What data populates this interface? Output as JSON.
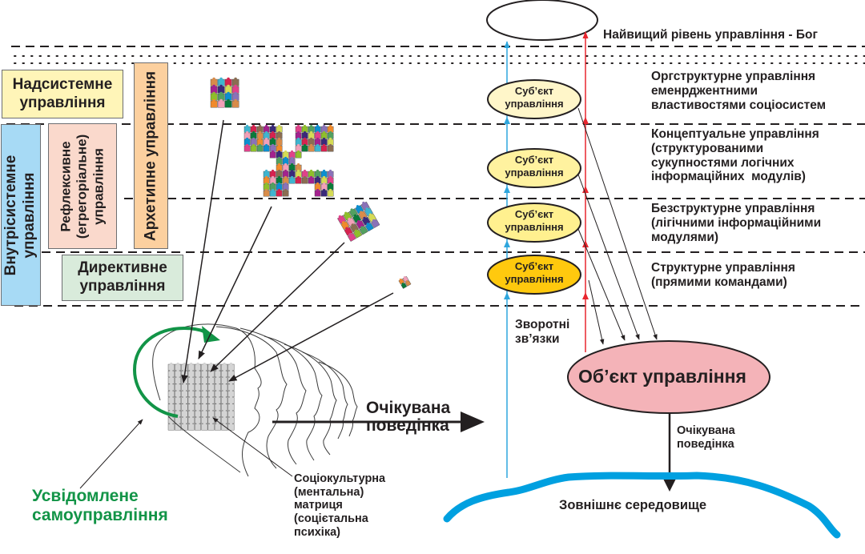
{
  "colors": {
    "supersystem_box": "#fff5b8",
    "intrasystem_box": "#a7daf5",
    "reflexive_box": "#fad9cc",
    "archetype_box": "#fcd09f",
    "directive_box": "#d9ebdb",
    "subject_light": "#fff6c9",
    "subject_mid": "#fff08f",
    "subject_strong": "#ffc90e",
    "object_fill": "#f4b3b8",
    "feedback_blue": "#2ea6dd",
    "feedback_red": "#e8262e",
    "environment_blue": "#00a0e0",
    "self_control_green": "#129447"
  },
  "left_panel": {
    "supersystem": {
      "line1": "Надсистемне",
      "line2": "управління"
    },
    "intrasystem": {
      "line1": "Внутрісистемне",
      "line2": "управління"
    },
    "reflexive": {
      "line1": "Рефлексивне",
      "line2": "(егрегоріальне)",
      "line3": "управління"
    },
    "archetype": {
      "label": "Архетипне управління"
    },
    "directive": {
      "line1": "Директивне",
      "line2": "управління"
    }
  },
  "levels": [
    {
      "id": "god",
      "text": "Найвищий рівень управління - Бог"
    },
    {
      "id": "orgstructural",
      "lines": [
        "Оргструктурне управління",
        "еменрджентними",
        "властивостями соціосистем"
      ]
    },
    {
      "id": "conceptual",
      "lines": [
        "Концептуальне управління",
        "(структурованими",
        "сукупностями логічних",
        "інформаційних  модулів)"
      ]
    },
    {
      "id": "structureless",
      "lines": [
        "Безструктурне управління",
        "(лігічними інформаційними",
        "модулями)"
      ]
    },
    {
      "id": "structural",
      "lines": [
        "Структурне управління",
        "(прямими командами)"
      ]
    }
  ],
  "subjects": [
    {
      "line1": "Суб’єкт",
      "line2": "управління",
      "shade": "light"
    },
    {
      "line1": "Суб’єкт",
      "line2": "управління",
      "shade": "mid"
    },
    {
      "line1": "Суб’єкт",
      "line2": "управління",
      "shade": "mid"
    },
    {
      "line1": "Суб’єкт",
      "line2": "управління",
      "shade": "strong"
    }
  ],
  "object": {
    "label": "Об’єкт управління"
  },
  "feedback": {
    "line1": "Зворотні",
    "line2": "зв’язки"
  },
  "expected_behavior_right": {
    "line1": "Очікувана",
    "line2": "поведінка"
  },
  "expected_behavior_center": {
    "line1": "Очікувана",
    "line2": "поведінка"
  },
  "environment": {
    "label": "Зовнішнє середовище"
  },
  "self_control": {
    "line1": "Усвідомлене",
    "line2": "самоуправління"
  },
  "matrix": {
    "lines": [
      "Соціокультурна",
      "(ментальна)",
      "матриця",
      "(соцієтальна",
      "психіка)"
    ]
  },
  "puzzle_palette": [
    "#d88c4a",
    "#3fb4cf",
    "#d6224f",
    "#8b6d52",
    "#a3228e",
    "#3a2a7a",
    "#d5db55",
    "#e0428a",
    "#8fbf2b",
    "#52a060",
    "#0c8fd0",
    "#8a72b8",
    "#f08a2c",
    "#f2a0b8",
    "#0a7a3a"
  ]
}
